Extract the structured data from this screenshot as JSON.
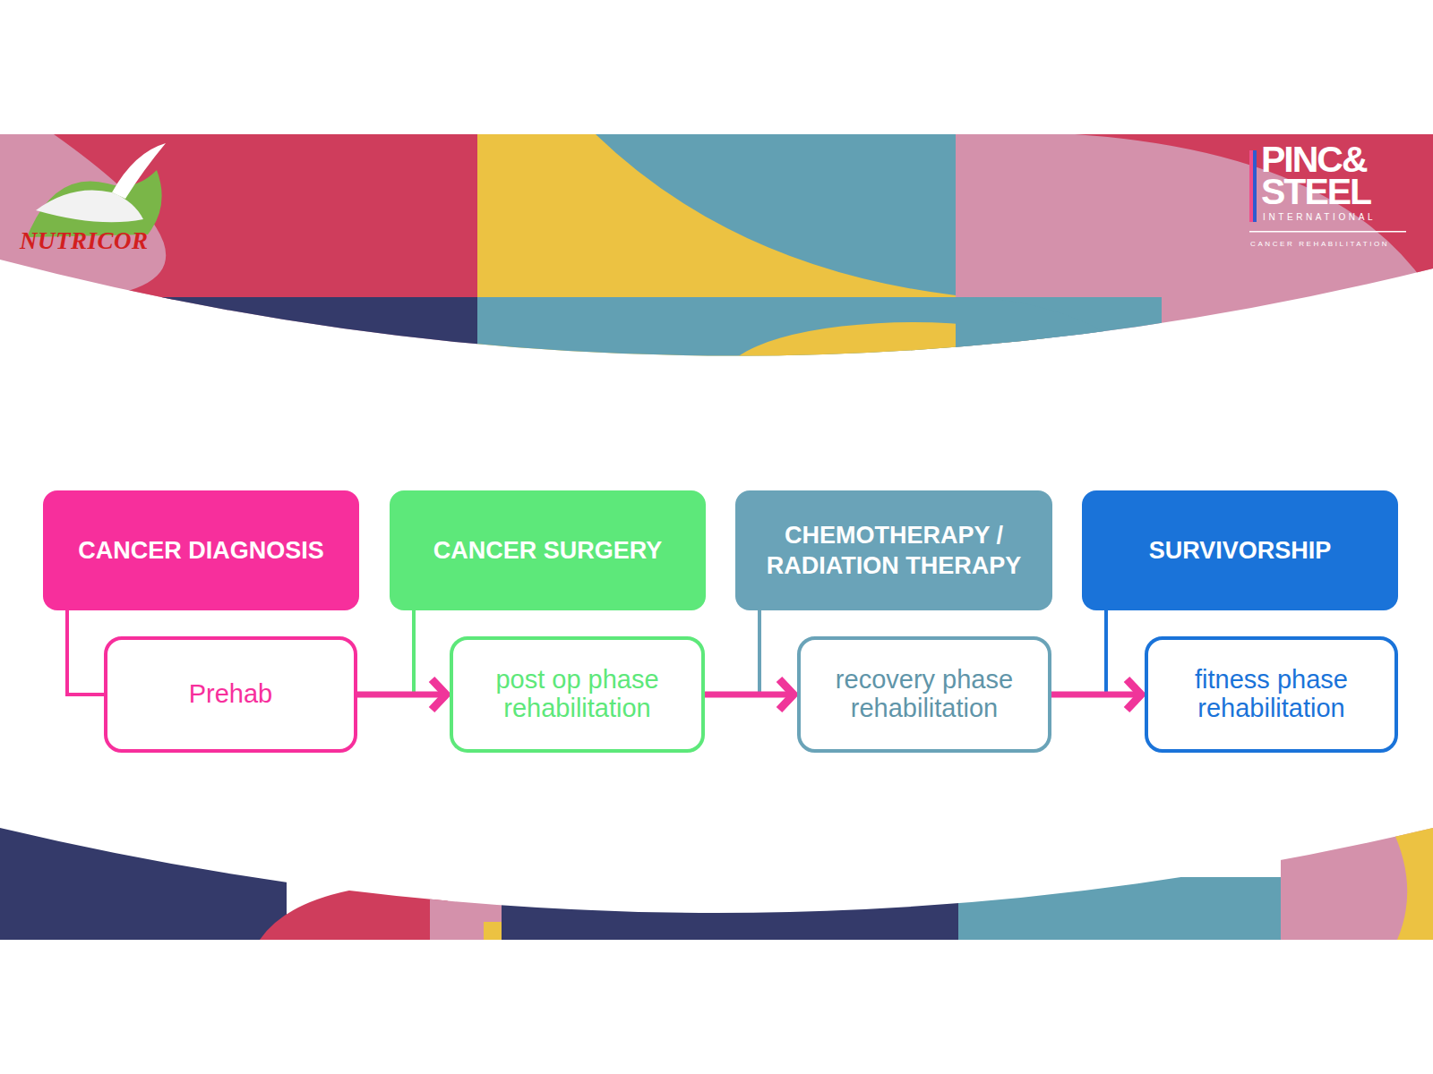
{
  "diagram": {
    "nodes": [
      {
        "text": [
          "CANCER DIAGNOSIS"
        ]
      },
      {
        "text": [
          "Prehab"
        ]
      },
      {
        "text": [
          "CANCER SURGERY"
        ]
      },
      {
        "text": [
          "post op phase rehabilitation"
        ]
      },
      {
        "text": [
          "CHEMOTHERAPY / RADIATION THERAPY"
        ]
      },
      {
        "text": [
          "recovery phase rehabilitation"
        ]
      },
      {
        "text": [
          "SURVIVORSHIP"
        ]
      },
      {
        "text": [
          "fitness phase rehabilitation"
        ]
      }
    ],
    "edges": [
      {
        "from": 0,
        "to": 1,
        "arrow": "none"
      },
      {
        "from": 2,
        "to": 3,
        "arrow": "none"
      },
      {
        "from": 4,
        "to": 5,
        "arrow": "none"
      },
      {
        "from": 6,
        "to": 7,
        "arrow": "none"
      },
      {
        "from": 1,
        "to": 3,
        "arrow": "to"
      },
      {
        "from": 3,
        "to": 5,
        "arrow": "to"
      },
      {
        "from": 5,
        "to": 7,
        "arrow": "to"
      }
    ],
    "labels": [
      "NUTRICOR",
      "PINC&",
      "STEEL",
      "INTERNATIONAL",
      "CANCER REHABILITATION"
    ]
  }
}
